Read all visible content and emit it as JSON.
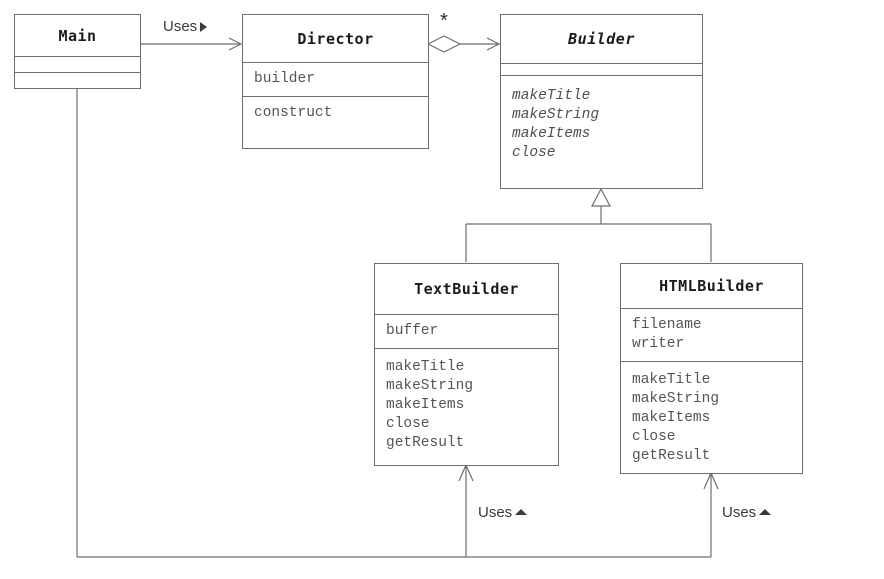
{
  "diagram": {
    "title": "Builder Pattern Class Diagram",
    "type": "uml-class-diagram",
    "background": "#ffffff",
    "line_color": "#6e6e6e",
    "text_color": "#555555"
  },
  "classes": [
    {
      "id": "main",
      "name": "Main",
      "abstract": false,
      "attributes": [],
      "operations": []
    },
    {
      "id": "director",
      "name": "Director",
      "abstract": false,
      "attributes": [
        "builder"
      ],
      "operations": [
        "construct"
      ]
    },
    {
      "id": "builder",
      "name": "Builder",
      "abstract": true,
      "attributes": [],
      "operations": [
        "makeTitle",
        "makeString",
        "makeItems",
        "close"
      ]
    },
    {
      "id": "textbuilder",
      "name": "TextBuilder",
      "abstract": false,
      "attributes": [
        "buffer"
      ],
      "operations": [
        "makeTitle",
        "makeString",
        "makeItems",
        "close",
        "getResult"
      ]
    },
    {
      "id": "htmlbuilder",
      "name": "HTMLBuilder",
      "abstract": false,
      "attributes": [
        "filename",
        "writer"
      ],
      "operations": [
        "makeTitle",
        "makeString",
        "makeItems",
        "close",
        "getResult"
      ]
    }
  ],
  "relationships": {
    "main_uses_director": {
      "label": "Uses",
      "marker": "triangle-right",
      "kind": "dependency"
    },
    "director_aggregates_builder": {
      "multiplicity": "*",
      "kind": "aggregation"
    },
    "textbuilder_extends_builder": {
      "kind": "generalization"
    },
    "htmlbuilder_extends_builder": {
      "kind": "generalization"
    },
    "main_uses_textbuilder": {
      "label": "Uses",
      "marker": "triangle-up",
      "kind": "dependency"
    },
    "main_uses_htmlbuilder": {
      "label": "Uses",
      "marker": "triangle-up",
      "kind": "dependency"
    }
  }
}
